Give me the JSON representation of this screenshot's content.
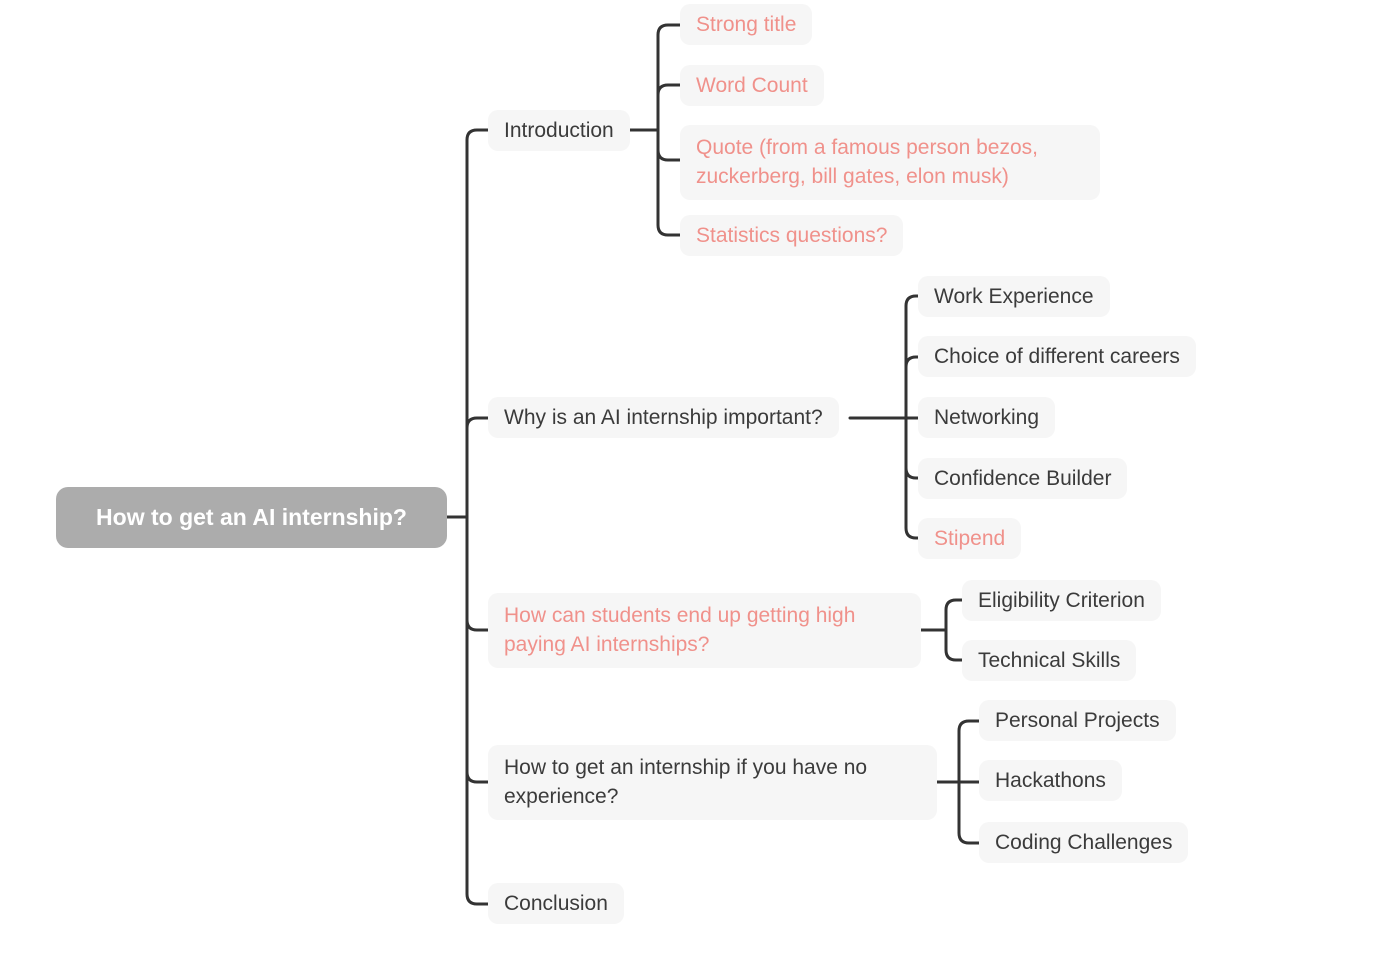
{
  "mindmap": {
    "root": {
      "label": "How to get an AI internship?",
      "color": "white-on-gray"
    },
    "branches": [
      {
        "label": "Introduction",
        "color": "dark",
        "children": [
          {
            "label": "Strong title",
            "color": "pink"
          },
          {
            "label": "Word Count",
            "color": "pink"
          },
          {
            "label": "Quote (from a famous person bezos, zuckerberg, bill gates, elon musk)",
            "color": "pink"
          },
          {
            "label": "Statistics questions?",
            "color": "pink"
          }
        ]
      },
      {
        "label": "Why is an AI internship important?",
        "color": "dark",
        "children": [
          {
            "label": "Work Experience",
            "color": "dark"
          },
          {
            "label": "Choice of different careers",
            "color": "dark"
          },
          {
            "label": "Networking",
            "color": "dark"
          },
          {
            "label": "Confidence Builder",
            "color": "dark"
          },
          {
            "label": "Stipend",
            "color": "pink"
          }
        ]
      },
      {
        "label": "How can students end up getting high paying AI internships?",
        "color": "pink",
        "children": [
          {
            "label": "Eligibility Criterion",
            "color": "dark"
          },
          {
            "label": "Technical Skills",
            "color": "dark"
          }
        ]
      },
      {
        "label": "How to get an internship if you have no experience?",
        "color": "dark",
        "children": [
          {
            "label": "Personal Projects",
            "color": "dark"
          },
          {
            "label": "Hackathons",
            "color": "dark"
          },
          {
            "label": "Coding Challenges",
            "color": "dark"
          }
        ]
      },
      {
        "label": "Conclusion",
        "color": "dark",
        "children": []
      }
    ],
    "colors": {
      "accent_pink": "#F0918B",
      "text_dark": "#3B3B3B",
      "node_background": "#F6F6F6",
      "root_background": "#ACACAC",
      "root_text": "#FFFFFF",
      "connector": "#333333",
      "canvas_background": "#FFFFFF"
    }
  }
}
